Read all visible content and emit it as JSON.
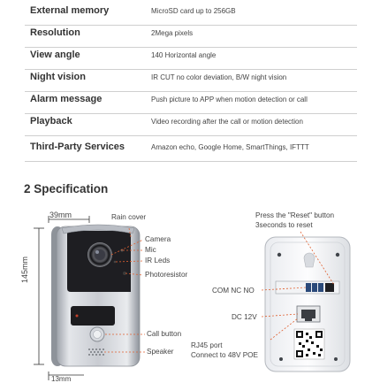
{
  "spec_table": {
    "rows": [
      {
        "label": "External memory",
        "value": "MicroSD card up to 256GB"
      },
      {
        "label": "Resolution",
        "value": "2Mega pixels"
      },
      {
        "label": "View angle",
        "value": "140 Horizontal angle"
      },
      {
        "label": "Night vision",
        "value": "IR CUT no color deviation, B/W night vision"
      },
      {
        "label": "Alarm message",
        "value": "Push picture  to APP when motion detection or call"
      },
      {
        "label": "Playback",
        "value": "Video recording after the call or motion detection"
      },
      {
        "label": "Third-Party Services",
        "value": "Amazon echo, Google Home, SmartThings, IFTTT"
      }
    ]
  },
  "section_title": "2 Specification",
  "dimensions": {
    "width": "39mm",
    "height": "145mm",
    "depth": "13mm"
  },
  "front_labels": {
    "rain_cover": "Rain cover",
    "camera": "Camera",
    "mic": "Mic",
    "ir_leds": "IR Leds",
    "photoresistor": "Photoresistor",
    "call_button": "Call button",
    "speaker": "Speaker"
  },
  "back_labels": {
    "reset_line1": "Press the \"Reset\" button",
    "reset_line2": "3seconds to reset",
    "com_nc_no": "COM NC NO",
    "dc12v": "DC 12V",
    "rj45_line1": "RJ45 port",
    "rj45_line2": "Connect to 48V POE"
  },
  "colors": {
    "annotation_line": "#e06030",
    "panel_silver": "#c8ccd2",
    "panel_black": "#1e1e22",
    "back_panel": "#e9eaee"
  }
}
